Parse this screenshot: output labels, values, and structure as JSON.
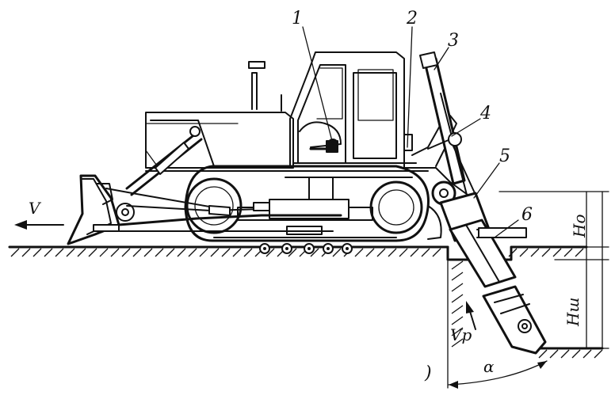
{
  "diagram": {
    "callouts": [
      {
        "id": "1",
        "text": "1"
      },
      {
        "id": "2",
        "text": "2"
      },
      {
        "id": "3",
        "text": "3"
      },
      {
        "id": "4",
        "text": "4"
      },
      {
        "id": "5",
        "text": "5"
      },
      {
        "id": "6",
        "text": "6"
      }
    ],
    "symbols": {
      "velocity": "V",
      "ripping_velocity": "Vp",
      "depth_initial": "Ho",
      "depth_working": "Hш",
      "angle": "α",
      "bracket": ")"
    }
  }
}
